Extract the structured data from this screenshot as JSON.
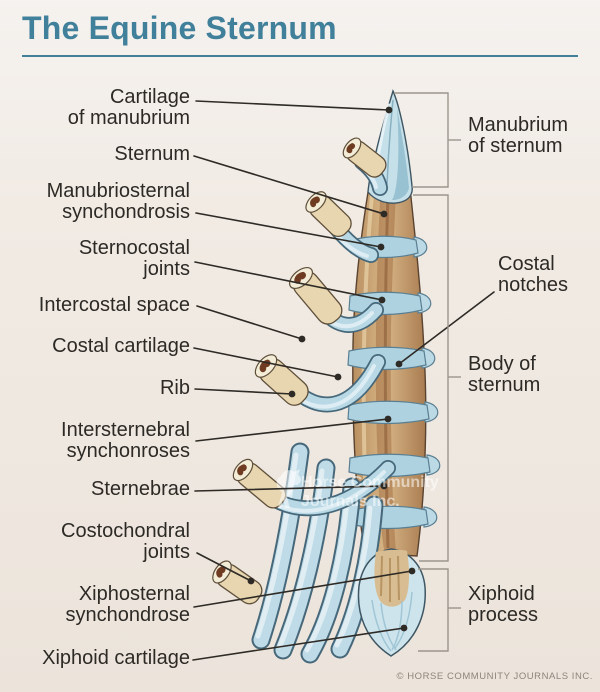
{
  "title": "The Equine Sternum",
  "labels": {
    "left": [
      {
        "lines": [
          "Cartilage",
          "of manubrium"
        ]
      },
      {
        "lines": [
          "Sternum"
        ]
      },
      {
        "lines": [
          "Manubriosternal",
          "synchondrosis"
        ]
      },
      {
        "lines": [
          "Sternocostal",
          "joints"
        ]
      },
      {
        "lines": [
          "Intercostal space"
        ]
      },
      {
        "lines": [
          "Costal cartilage"
        ]
      },
      {
        "lines": [
          "Rib"
        ]
      },
      {
        "lines": [
          "Intersternebral",
          "synchonroses"
        ]
      },
      {
        "lines": [
          "Sternebrae"
        ]
      },
      {
        "lines": [
          "Costochondral",
          "joints"
        ]
      },
      {
        "lines": [
          "Xiphosternal",
          "synchondrose"
        ]
      },
      {
        "lines": [
          "Xiphoid cartilage"
        ]
      }
    ],
    "right": [
      {
        "lines": [
          "Manubrium",
          "of sternum"
        ]
      },
      {
        "lines": [
          "Costal",
          "notches"
        ]
      },
      {
        "lines": [
          "Body of",
          "sternum"
        ]
      },
      {
        "lines": [
          "Xiphoid",
          "process"
        ]
      }
    ]
  },
  "watermark": {
    "line1": "Horse Community",
    "line2": "Journals Inc."
  },
  "copyright": "© HORSE COMMUNITY JOURNALS INC.",
  "colors": {
    "title_teal": "#41809a",
    "label_text": "#2d2a26",
    "bracket_gray": "#9b958d",
    "background_cream": "#f1ebe4",
    "bone_tan": "#cfa878",
    "cartilage_blue": "#b7d8e4",
    "cut_face_cream": "#f3ecd7",
    "marrow_brown": "#6f3c22"
  }
}
